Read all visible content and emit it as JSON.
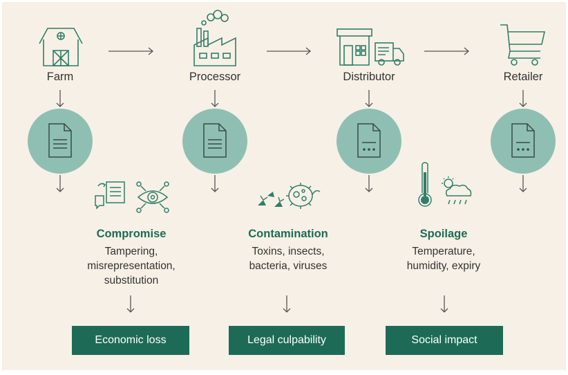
{
  "colors": {
    "background": "#f7f0e6",
    "accent": "#1d6b57",
    "circle": "#8fbfb3",
    "icon": "#2f7e69",
    "text": "#333333"
  },
  "stages": [
    {
      "label": "Farm",
      "icon": "barn-icon"
    },
    {
      "label": "Processor",
      "icon": "factory-icon"
    },
    {
      "label": "Distributor",
      "icon": "warehouse-truck-icon"
    },
    {
      "label": "Retailer",
      "icon": "shopping-cart-icon"
    }
  ],
  "risks": [
    {
      "title": "Compromise",
      "lines": [
        "Tampering,",
        "misrepresentation,",
        "substitution"
      ],
      "icons": [
        "document-chat-icon",
        "surveillance-eye-icon"
      ]
    },
    {
      "title": "Contamination",
      "lines": [
        "Toxins, insects,",
        "bacteria, viruses"
      ],
      "icons": [
        "insects-icon",
        "bacteria-icon"
      ]
    },
    {
      "title": "Spoilage",
      "lines": [
        "Temperature,",
        "humidity, expiry"
      ],
      "icons": [
        "thermometer-icon",
        "weather-icon"
      ]
    }
  ],
  "outcomes": [
    "Economic loss",
    "Legal culpability",
    "Social impact"
  ]
}
